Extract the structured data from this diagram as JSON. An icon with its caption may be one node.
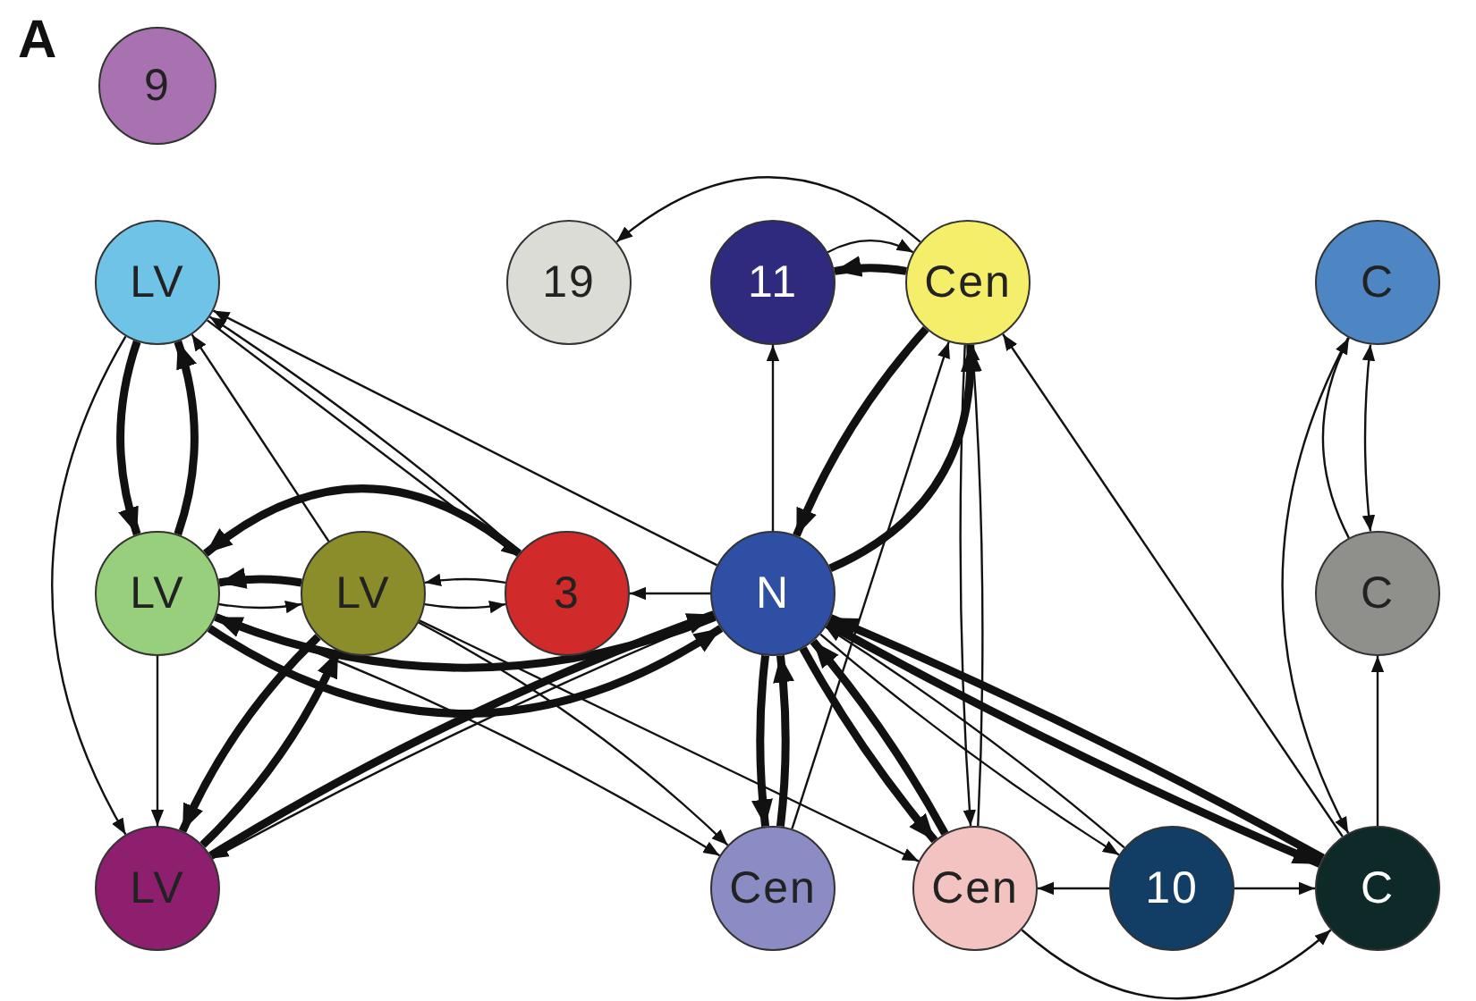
{
  "diagram": {
    "nodes": [
      {
        "text": [
          "9"
        ]
      },
      {
        "text": [
          "LV"
        ]
      },
      {
        "text": [
          "19"
        ]
      },
      {
        "text": [
          "11"
        ]
      },
      {
        "text": [
          "Cen"
        ]
      },
      {
        "text": [
          "C"
        ]
      },
      {
        "text": [
          "LV"
        ]
      },
      {
        "text": [
          "LV"
        ]
      },
      {
        "text": [
          "3"
        ]
      },
      {
        "text": [
          "N"
        ]
      },
      {
        "text": [
          "C"
        ]
      },
      {
        "text": [
          "LV"
        ]
      },
      {
        "text": [
          "Cen"
        ]
      },
      {
        "text": [
          "Cen"
        ]
      },
      {
        "text": [
          "10"
        ]
      },
      {
        "text": [
          "C"
        ]
      }
    ],
    "edges": [
      {
        "from": 4,
        "to": 2,
        "arrow": "to"
      },
      {
        "from": 4,
        "to": 3,
        "arrow": "to",
        "style": "thick"
      },
      {
        "from": 3,
        "to": 4,
        "arrow": "to"
      },
      {
        "from": 9,
        "to": 3,
        "arrow": "to"
      },
      {
        "from": 4,
        "to": 9,
        "arrow": "to",
        "style": "thick"
      },
      {
        "from": 9,
        "to": 4,
        "arrow": "to",
        "style": "thick"
      },
      {
        "from": 5,
        "to": 10,
        "arrow": "both"
      },
      {
        "from": 10,
        "to": 5,
        "arrow": "to"
      },
      {
        "from": 15,
        "to": 10,
        "arrow": "to"
      },
      {
        "from": 5,
        "to": 15,
        "arrow": "to"
      },
      {
        "from": 14,
        "to": 15,
        "arrow": "to"
      },
      {
        "from": 14,
        "to": 13,
        "arrow": "to"
      },
      {
        "from": 13,
        "to": 15,
        "arrow": "to"
      },
      {
        "from": 9,
        "to": 12,
        "arrow": "to",
        "style": "thick"
      },
      {
        "from": 12,
        "to": 9,
        "arrow": "to",
        "style": "thick"
      },
      {
        "from": 9,
        "to": 13,
        "arrow": "to",
        "style": "thick"
      },
      {
        "from": 13,
        "to": 9,
        "arrow": "to",
        "style": "thick"
      },
      {
        "from": 9,
        "to": 15,
        "arrow": "to",
        "style": "thick"
      },
      {
        "from": 15,
        "to": 9,
        "arrow": "to",
        "style": "thick"
      },
      {
        "from": 9,
        "to": 14,
        "arrow": "to"
      },
      {
        "from": 14,
        "to": 9,
        "arrow": "to"
      },
      {
        "from": 13,
        "to": 4,
        "arrow": "to"
      },
      {
        "from": 4,
        "to": 13,
        "arrow": "to"
      },
      {
        "from": 15,
        "to": 4,
        "arrow": "to"
      },
      {
        "from": 12,
        "to": 4,
        "arrow": "to"
      },
      {
        "from": 1,
        "to": 6,
        "arrow": "to",
        "style": "thick"
      },
      {
        "from": 6,
        "to": 1,
        "arrow": "to",
        "style": "thick"
      },
      {
        "from": 1,
        "to": 11,
        "arrow": "to"
      },
      {
        "from": 6,
        "to": 11,
        "arrow": "to"
      },
      {
        "from": 9,
        "to": 1,
        "arrow": "to"
      },
      {
        "from": 8,
        "to": 1,
        "arrow": "to"
      },
      {
        "from": 7,
        "to": 1,
        "arrow": "to"
      },
      {
        "from": 9,
        "to": 6,
        "arrow": "to",
        "style": "thick"
      },
      {
        "from": 8,
        "to": 6,
        "arrow": "to",
        "style": "thick"
      },
      {
        "from": 7,
        "to": 6,
        "arrow": "to",
        "style": "thick"
      },
      {
        "from": 7,
        "to": 8,
        "arrow": "to"
      },
      {
        "from": 8,
        "to": 7,
        "arrow": "to"
      },
      {
        "from": 9,
        "to": 8,
        "arrow": "to"
      },
      {
        "from": 6,
        "to": 9,
        "arrow": "to",
        "style": "thick"
      },
      {
        "from": 11,
        "to": 9,
        "arrow": "to",
        "style": "thick"
      },
      {
        "from": 9,
        "to": 11,
        "arrow": "to"
      },
      {
        "from": 11,
        "to": 7,
        "arrow": "to",
        "style": "thick"
      },
      {
        "from": 7,
        "to": 11,
        "arrow": "to",
        "style": "thick"
      },
      {
        "from": 6,
        "to": 7,
        "arrow": "to"
      },
      {
        "from": 6,
        "to": 12,
        "arrow": "to"
      },
      {
        "from": 7,
        "to": 12,
        "arrow": "to"
      },
      {
        "from": 1,
        "to": 8,
        "arrow": "to"
      },
      {
        "from": 7,
        "to": 13,
        "arrow": "to"
      }
    ],
    "labels": [
      "A"
    ]
  }
}
